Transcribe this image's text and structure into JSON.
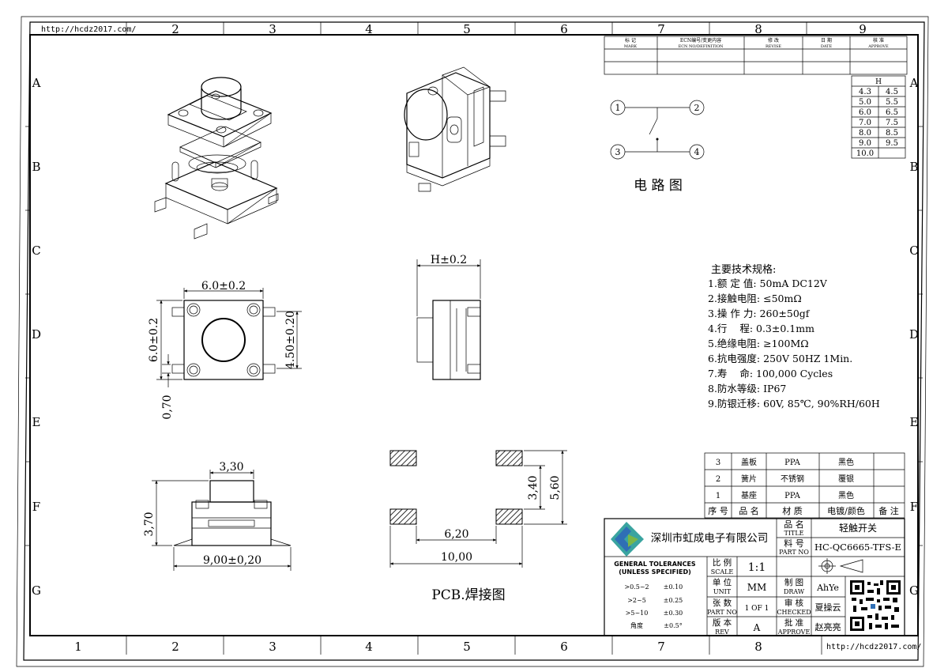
{
  "frame": {
    "url": "http://hcdz2017.com/",
    "columns": [
      "2",
      "3",
      "4",
      "5",
      "6",
      "7",
      "8",
      "9"
    ],
    "columns_bottom": [
      "1",
      "2",
      "3",
      "4",
      "5",
      "6",
      "7",
      "8"
    ],
    "rows": [
      "A",
      "B",
      "C",
      "D",
      "E",
      "F",
      "G"
    ]
  },
  "revision_table": {
    "headers": [
      {
        "cn": "标 记",
        "en": "MARK"
      },
      {
        "cn": "ECN编号/变更内容",
        "en": "ECN NO/DEFINITION"
      },
      {
        "cn": "修 改",
        "en": "REVISE"
      },
      {
        "cn": "日 期",
        "en": "DATE"
      },
      {
        "cn": "核 准",
        "en": "APPROVE"
      }
    ]
  },
  "height_table": {
    "header": "H",
    "rows": [
      [
        "4.3",
        "4.5"
      ],
      [
        "5.0",
        "5.5"
      ],
      [
        "6.0",
        "6.5"
      ],
      [
        "7.0",
        "7.5"
      ],
      [
        "8.0",
        "8.5"
      ],
      [
        "9.0",
        "9.5"
      ],
      [
        "10.0",
        ""
      ]
    ]
  },
  "circuit": {
    "pins": [
      "1",
      "2",
      "3",
      "4"
    ],
    "caption": "电 路 图"
  },
  "specs": {
    "title": "主要技术规格:",
    "items": [
      "1.额 定 值: 50mA DC12V",
      "2.接触电阻: ≤50mΩ",
      "3.操 作 力: 260±50gf",
      "4.行    程: 0.3±0.1mm",
      "5.绝缘电阻: ≥100MΩ",
      "6.抗电强度: 250V 50HZ 1Min.",
      "7.寿    命: 100,000 Cycles",
      "8.防水等级: IP67",
      "9.防银迁移: 60V, 85℃, 90%RH/60H"
    ]
  },
  "dims": {
    "top_width": "6.0±0.2",
    "top_height": "6.0±0.2",
    "pin_pitch": "4.50±0.20",
    "pin_width": "0,70",
    "side_h": "H±0.2",
    "front_cap": "3,30",
    "front_height": "3,70",
    "front_width": "9,00±0,20",
    "pcb_inner": "6,20",
    "pcb_outer": "10,00",
    "pcb_pad_gap": "3,40",
    "pcb_height": "5,60",
    "pcb_caption": "PCB.焊接图"
  },
  "bom": {
    "rows": [
      [
        "3",
        "盖板",
        "PPA",
        "黑色",
        ""
      ],
      [
        "2",
        "簧片",
        "不锈钢",
        "覆银",
        ""
      ],
      [
        "1",
        "基座",
        "PPA",
        "黑色",
        ""
      ]
    ],
    "header": [
      "序 号",
      "品 名",
      "材 质",
      "电镀/颜色",
      "备 注"
    ]
  },
  "title_block": {
    "company": "深圳市虹成电子有限公司",
    "title_label_cn": "品 名",
    "title_label_en": "TITLE",
    "title_value": "轻触开关",
    "part_label_cn": "料 号",
    "part_label_en": "PART NO",
    "part_value": "HC-QC6665-TFS-E",
    "tolerance_title": "GENERAL TOLERANCES",
    "tolerance_sub": "(UNLESS SPECIFIED)",
    "tolerances": [
      [
        ">0.5~2",
        "±0.10"
      ],
      [
        ">2~5",
        "±0.25"
      ],
      [
        ">5~10",
        "±0.30"
      ],
      [
        "角度",
        "±0.5°"
      ]
    ],
    "scale_cn": "比 例",
    "scale_en": "SCALE",
    "scale_value": "1:1",
    "unit_cn": "单 位",
    "unit_en": "UNIT",
    "unit_value": "MM",
    "sheet_cn": "张 数",
    "sheet_en": "PART NO",
    "sheet_value": "1 OF 1",
    "rev_cn": "版 本",
    "rev_en": "REV",
    "rev_value": "A",
    "draw_cn": "制 图",
    "draw_en": "DRAW",
    "draw_value": "AhYe",
    "check_cn": "审 核",
    "check_en": "CHECKED",
    "check_value": "夏操云",
    "approve_cn": "批 准",
    "approve_en": "APPROVE",
    "approve_value": "赵亮亮"
  }
}
